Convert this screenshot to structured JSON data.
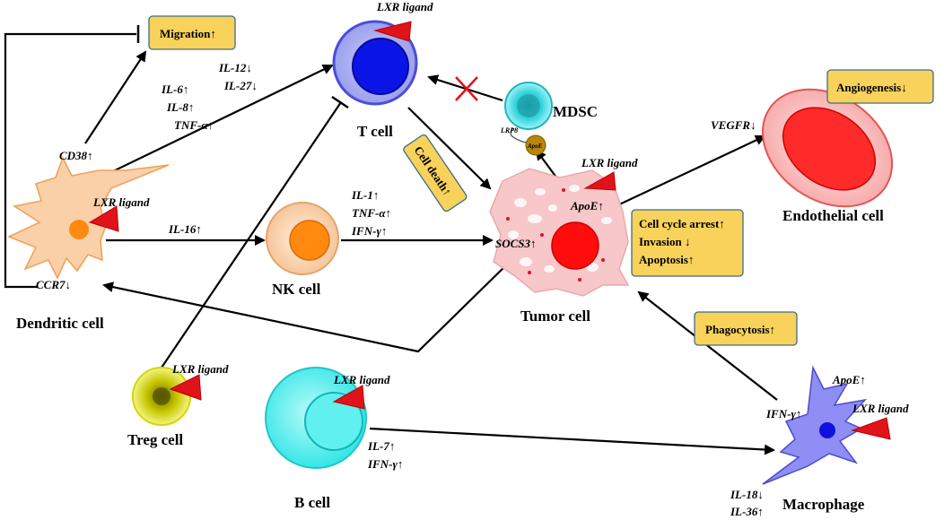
{
  "colors": {
    "ligand": "#e0121a",
    "box_fill": "#f8d25a",
    "box_stroke": "#3c6e8a",
    "t_cell_outer": "#a9aef0",
    "t_cell_inner": "#0b14e6",
    "nk_outer": "#fcd9b8",
    "nk_inner": "#ff8a0f",
    "mdsc": "#2fd8e0",
    "b_cell": "#5ff0ef",
    "treg": "#e8ee12",
    "tumor": "#f7c7c9",
    "tumor_nucleus": "#ff0d0d",
    "endothelial": "#ff2a2a",
    "macrophage": "#8f8ef4",
    "dendritic": "#f9d0a8"
  },
  "cells": {
    "t_cell": "T cell",
    "nk_cell": "NK cell",
    "mdsc": "MDSC",
    "dendritic": "Dendritic cell",
    "treg": "Treg cell",
    "b_cell": "B cell",
    "tumor": "Tumor cell",
    "endothelial": "Endothelial cell",
    "macrophage": "Macrophage"
  },
  "ligand_label": "LXR ligand",
  "boxes": {
    "migration": "Migration↑",
    "angiogenesis": "Angiogenesis↓",
    "cell_death": "Cell death↑",
    "tumor_effects": [
      "Cell cycle arrest↑",
      "Invasion ↓",
      "Apoptosis↑"
    ],
    "phagocytosis": "Phagocytosis↑"
  },
  "labels": {
    "cd38": "CD38↑",
    "ccr7": "CCR7↓",
    "il6": "IL-6↑",
    "il8": "IL-8↑",
    "tnfa_dc": "TNF-α↑",
    "il12": "IL-12↓",
    "il27": "IL-27↓",
    "il16": "IL-16↑",
    "il1": "IL-1↑",
    "tnfa_nk": "TNF-α↑",
    "ifng_nk": "IFN-γ↑",
    "socs3": "SOCS3↑",
    "apoe_tumor": "ApoE↑",
    "vegfr": "VEGFR↓",
    "lrp8": "LRP8",
    "apoe_small": "ApoE",
    "il7": "IL-7↑",
    "ifng_b": "IFN-γ↑",
    "ifng_mac": "IFN-γ↑",
    "apoe_mac": "ApoE↑",
    "il18": "IL-18↓",
    "il36": "IL-36↑"
  }
}
